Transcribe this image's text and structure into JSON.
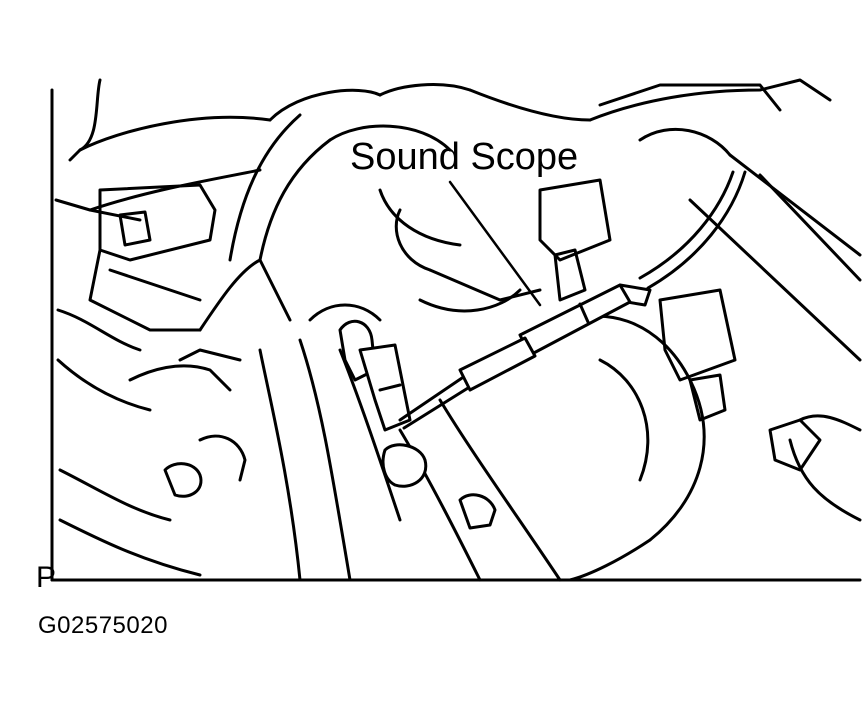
{
  "callout": {
    "label": "Sound Scope"
  },
  "view_indicator": "P",
  "figure_code": "G02575020",
  "colors": {
    "ink": "#000000",
    "paper": "#ffffff"
  }
}
